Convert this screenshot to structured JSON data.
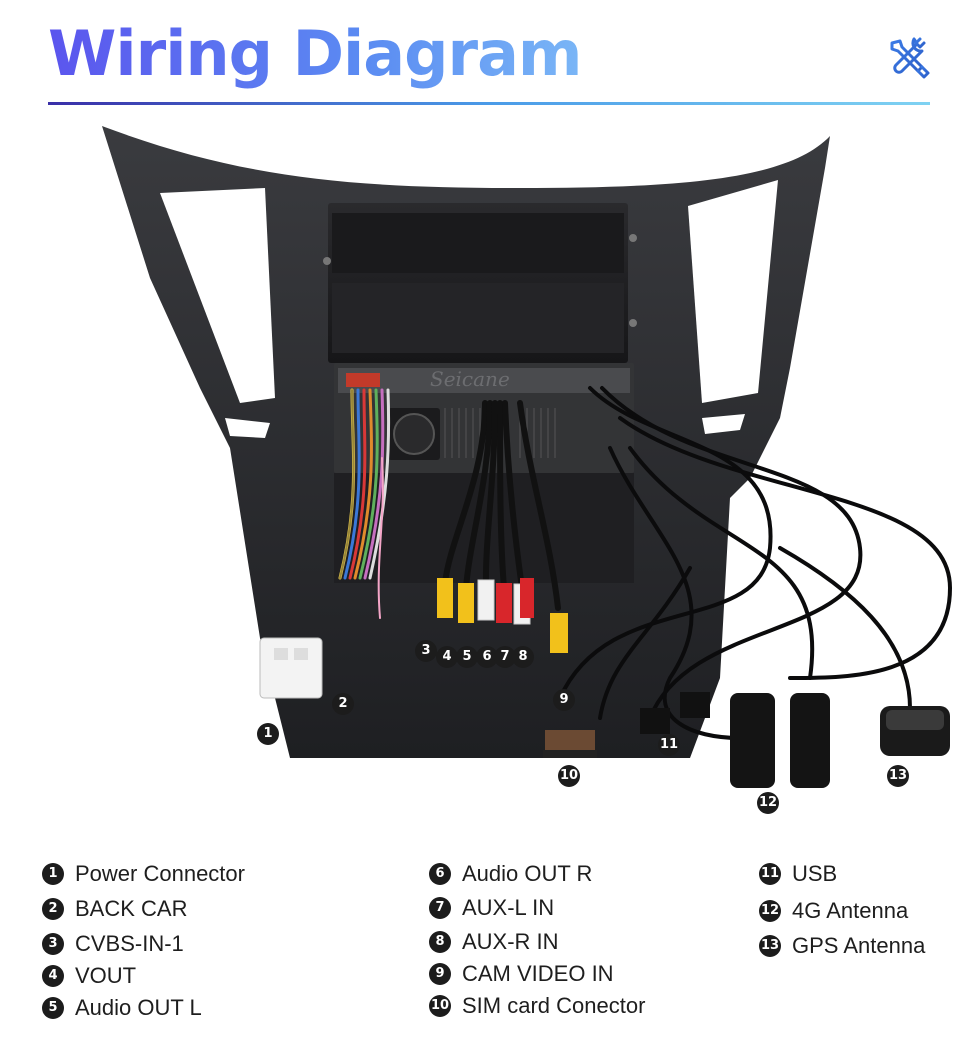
{
  "header": {
    "title": "Wiring Diagram",
    "icon": "tools-icon",
    "accent_colors": [
      "#5b55ee",
      "#7ab6f6"
    ]
  },
  "photo": {
    "watermark": "Seicane",
    "callouts": [
      "1",
      "2",
      "3",
      "4",
      "5",
      "6",
      "7",
      "8",
      "9",
      "10",
      "11",
      "12",
      "13"
    ]
  },
  "legend": {
    "items": [
      {
        "num": "1",
        "label": "Power Connector"
      },
      {
        "num": "2",
        "label": "BACK CAR"
      },
      {
        "num": "3",
        "label": "CVBS-IN-1"
      },
      {
        "num": "4",
        "label": "VOUT"
      },
      {
        "num": "5",
        "label": "Audio OUT L"
      },
      {
        "num": "6",
        "label": "Audio OUT R"
      },
      {
        "num": "7",
        "label": "AUX-L IN"
      },
      {
        "num": "8",
        "label": "AUX-R IN"
      },
      {
        "num": "9",
        "label": "CAM VIDEO IN"
      },
      {
        "num": "10",
        "label": "SIM card Conector"
      },
      {
        "num": "11",
        "label": "USB"
      },
      {
        "num": "12",
        "label": "4G Antenna"
      },
      {
        "num": "13",
        "label": "GPS Antenna"
      }
    ]
  }
}
